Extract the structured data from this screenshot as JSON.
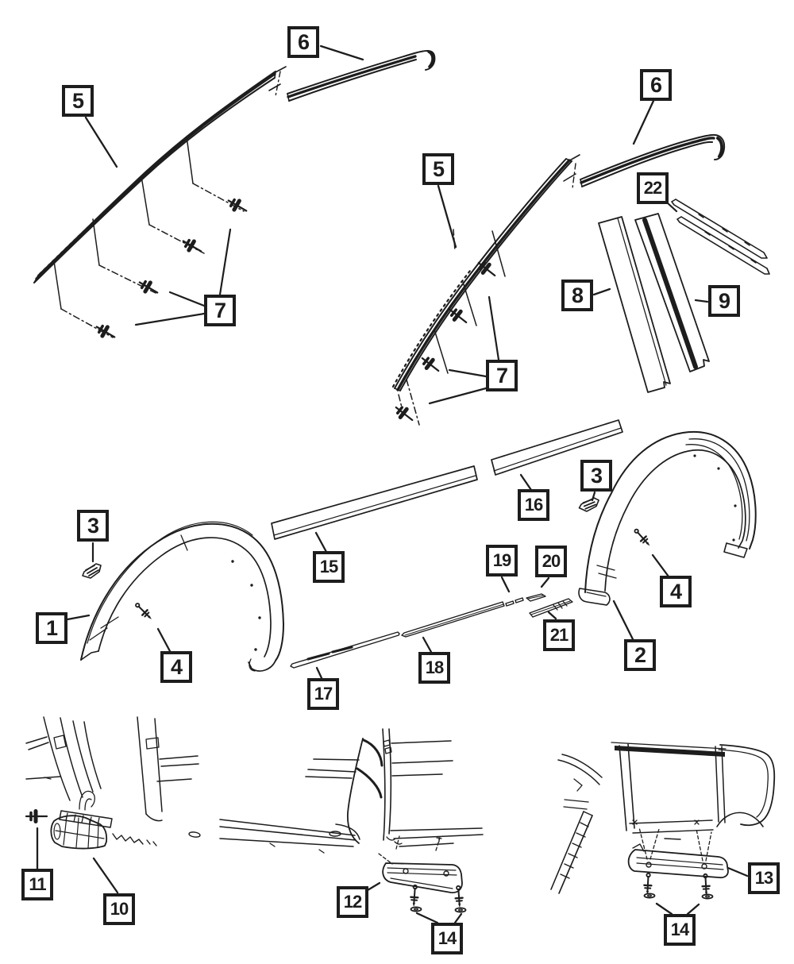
{
  "diagram": {
    "type": "exterior-trim-parts-diagram",
    "background_color": "#ffffff",
    "line_color": "#1d1d1d",
    "callouts": [
      {
        "id": "6-front-roof-molding",
        "label": "6"
      },
      {
        "id": "5-front-roof-molding",
        "label": "5"
      },
      {
        "id": "7-front-clips",
        "label": "7"
      },
      {
        "id": "5-rear-roof-molding",
        "label": "5"
      },
      {
        "id": "6-rear-roof-molding",
        "label": "6"
      },
      {
        "id": "22-belt-strips",
        "label": "22"
      },
      {
        "id": "8-pillar-applique",
        "label": "8"
      },
      {
        "id": "9-pillar-applique",
        "label": "9"
      },
      {
        "id": "7-rear-clips",
        "label": "7"
      },
      {
        "id": "3-front-clip",
        "label": "3"
      },
      {
        "id": "1-front-wheel-flare",
        "label": "1"
      },
      {
        "id": "4-front-screw",
        "label": "4"
      },
      {
        "id": "15-body-side-molding-front",
        "label": "15"
      },
      {
        "id": "17-sill-molding-front",
        "label": "17"
      },
      {
        "id": "16-body-side-molding-rear",
        "label": "16"
      },
      {
        "id": "3-rear-clip",
        "label": "3"
      },
      {
        "id": "19-molding-segment",
        "label": "19"
      },
      {
        "id": "20-molding-segment",
        "label": "20"
      },
      {
        "id": "21-molding-segment",
        "label": "21"
      },
      {
        "id": "18-sill-molding-rear",
        "label": "18"
      },
      {
        "id": "2-rear-wheel-flare",
        "label": "2"
      },
      {
        "id": "4-rear-screw",
        "label": "4"
      },
      {
        "id": "11-push-pin",
        "label": "11"
      },
      {
        "id": "10-splash-shield",
        "label": "10"
      },
      {
        "id": "12-cab-splash-guard",
        "label": "12"
      },
      {
        "id": "14-cab-screws",
        "label": "14"
      },
      {
        "id": "13-bed-splash-guard",
        "label": "13"
      },
      {
        "id": "14-bed-screws",
        "label": "14"
      }
    ]
  }
}
